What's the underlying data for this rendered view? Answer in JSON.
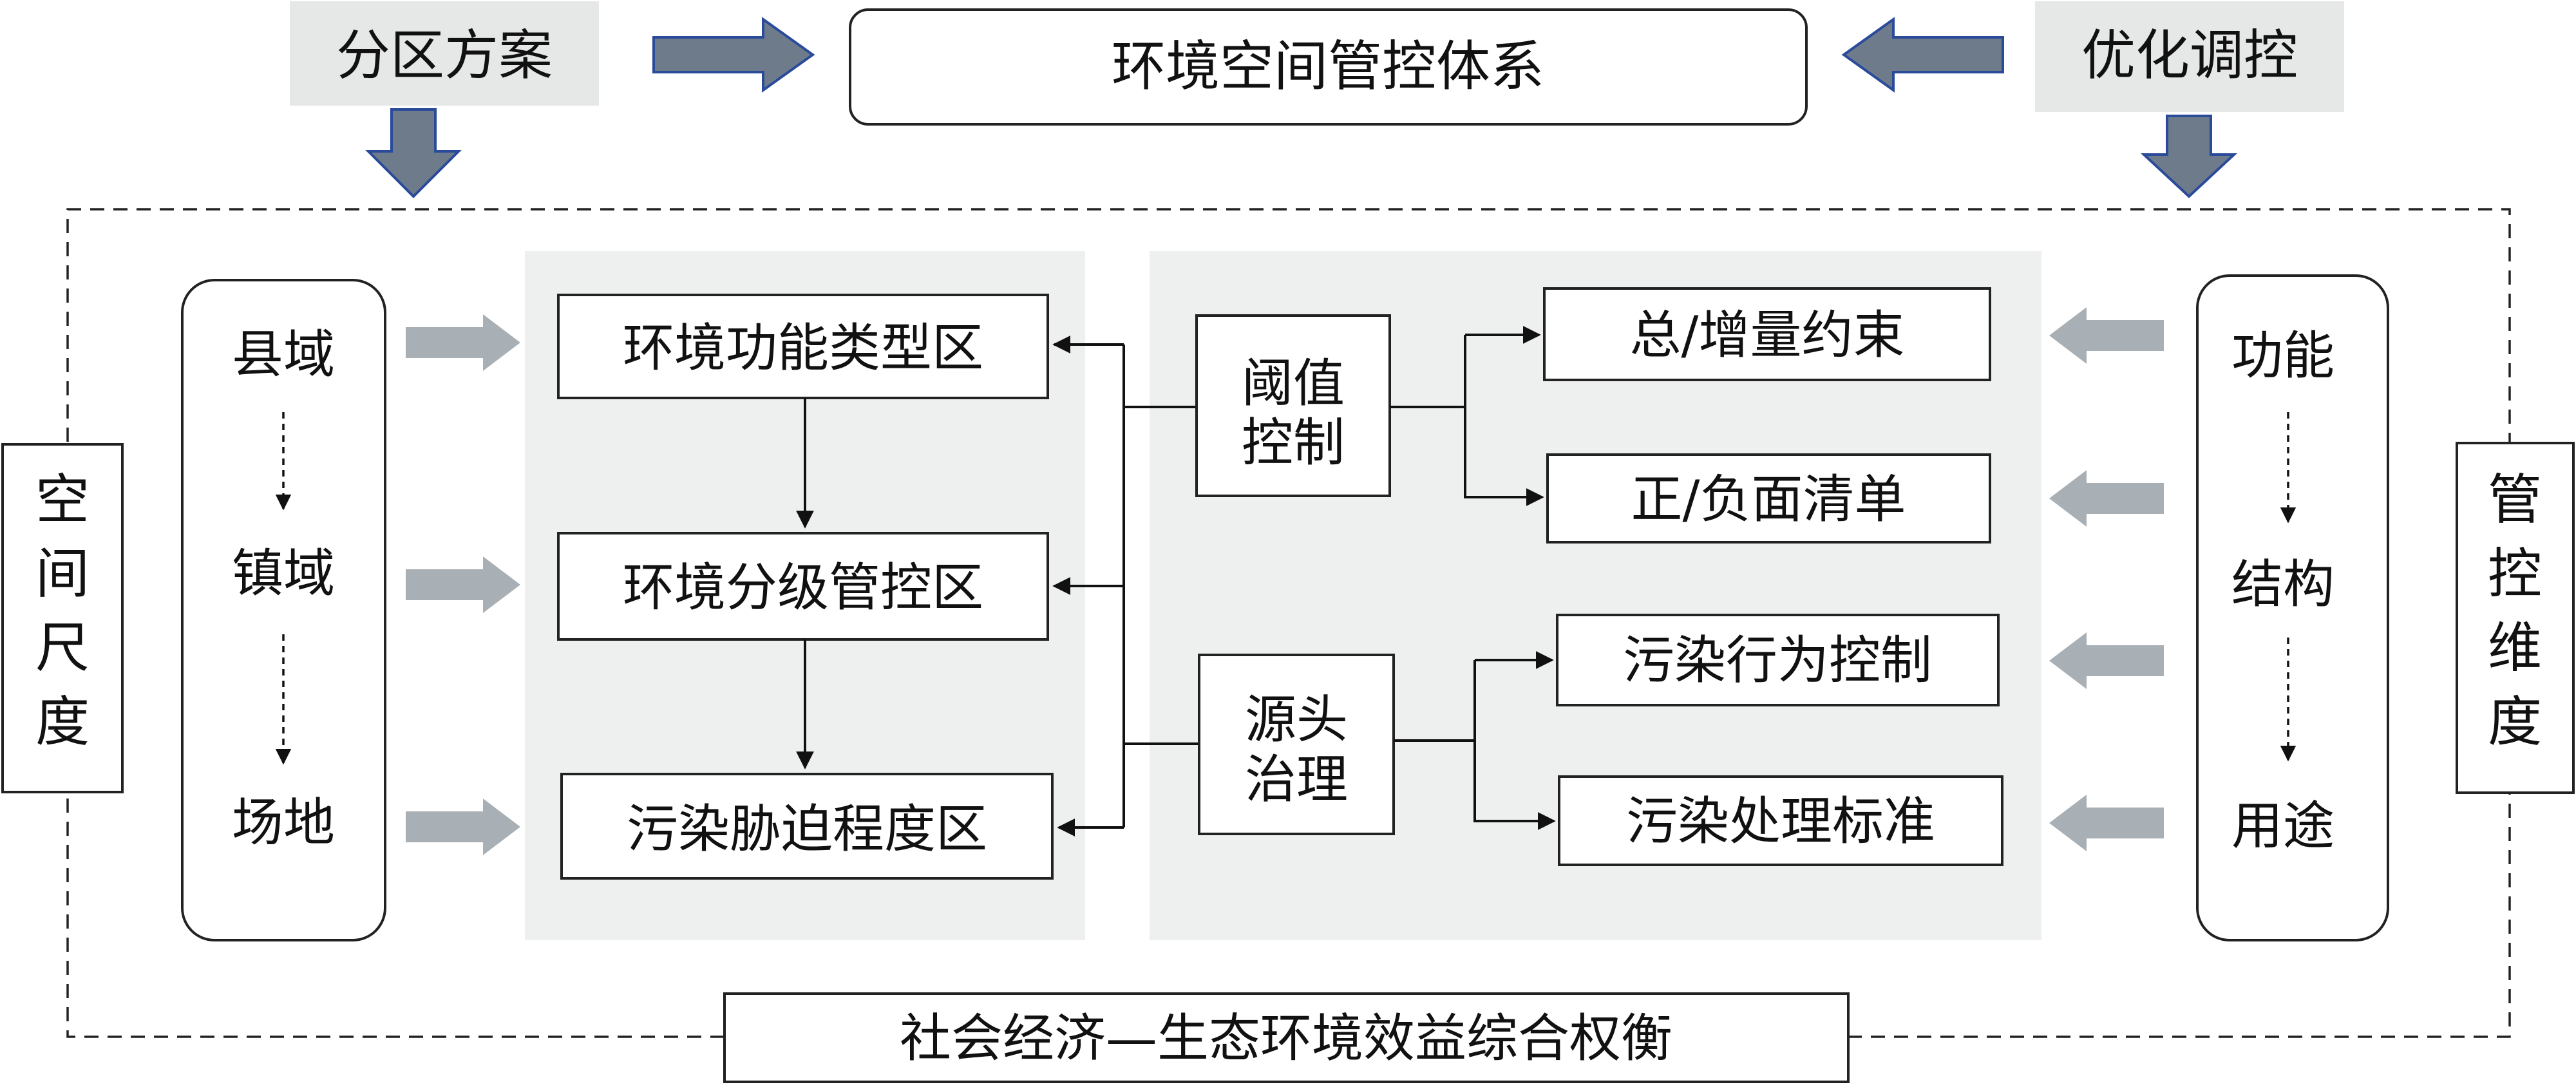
{
  "top": {
    "left_label": "分区方案",
    "center_title": "环境空间管控体系",
    "right_label": "优化调控"
  },
  "left_side": {
    "dimension_label": [
      "空",
      "间",
      "尺",
      "度"
    ],
    "scales": [
      "县域",
      "镇域",
      "场地"
    ]
  },
  "zones": {
    "zone1": "环境功能类型区",
    "zone2": "环境分级管控区",
    "zone3": "污染胁迫程度区"
  },
  "methods": {
    "threshold": [
      "阈值",
      "控制"
    ],
    "source": [
      "源头",
      "治理"
    ]
  },
  "measures": {
    "m1": "总/增量约束",
    "m2": "正/负面清单",
    "m3": "污染行为控制",
    "m4": "污染处理标准"
  },
  "right_side": {
    "dimension_label": [
      "管",
      "控",
      "维",
      "度"
    ],
    "functions": [
      "功能",
      "结构",
      "用途"
    ]
  },
  "bottom": {
    "balance": "社会经济—生态环境效益综合权衡"
  },
  "colors": {
    "panel": "#eeefef",
    "label_bg": "#e6e8e8",
    "blue_arrow_fill": "#6e7b8b",
    "blue_arrow_stroke": "#2a4a9a",
    "grey_arrow": "#a9b0b5"
  }
}
